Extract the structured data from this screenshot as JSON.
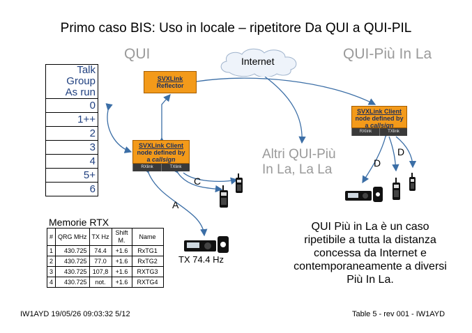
{
  "title": "Primo caso BIS: Uso in locale – ripetitore Da QUI a QUI-PIL",
  "site_left": "QUI",
  "site_right": "QUI-Più In La",
  "cloud_label": "Internet",
  "other_sites": [
    "Altri QUI-Più",
    "In La, La La"
  ],
  "reflector": {
    "line1": "SVXLink",
    "line2": "Reflector"
  },
  "client_left": {
    "line1": "SVXLink Client",
    "line2": "node defined by",
    "line3_prefix": "a ",
    "line3_italic": "callsign",
    "rx": "RXlink",
    "tx": "TXlink"
  },
  "client_right": {
    "line1": "SVXLink Client",
    "line2": "node defined by",
    "line3_prefix": "a ",
    "line3_italic": "callsign",
    "rx": "RXlink",
    "tx": "TXlink"
  },
  "talk_group": {
    "header": [
      "Talk Group",
      "As run"
    ],
    "rows": [
      "0",
      "1++",
      "2",
      "3",
      "4",
      "5+",
      "6"
    ]
  },
  "labels": {
    "a": "A",
    "c": "C",
    "d1": "D",
    "d2": "D"
  },
  "tx_label": "TX 74.4 Hz",
  "memories": {
    "title": "Memorie RTX",
    "headers": [
      "#",
      "QRG MHz",
      "TX Hz",
      "Shift M.",
      "Name"
    ],
    "rows": [
      [
        "1",
        "430.725",
        "74.4",
        "+1.6",
        "RxTG1"
      ],
      [
        "2",
        "430.725",
        "77.0",
        "+1.6",
        "RxTG2"
      ],
      [
        "3",
        "430.725",
        "107,8",
        "+1.6",
        "RXTG3"
      ],
      [
        "4",
        "430.725",
        "not.",
        "+1.6",
        "RXTG4"
      ]
    ]
  },
  "description": [
    "QUI Più in La è un caso",
    "ripetibile a tutta la distanza",
    "concessa da Internet e",
    "contemporaneamente a diversi",
    "Più In La."
  ],
  "footer_left": "IW1AYD 19/05/26 09:03:32 5/12",
  "footer_right": "Table 5 -  rev 001 - IW1AYD",
  "colors": {
    "box": "#f39a1a",
    "arrow": "#3b6ea6",
    "talk_group_text": "#1f3f7f",
    "gray_text": "#9a9a9a"
  }
}
